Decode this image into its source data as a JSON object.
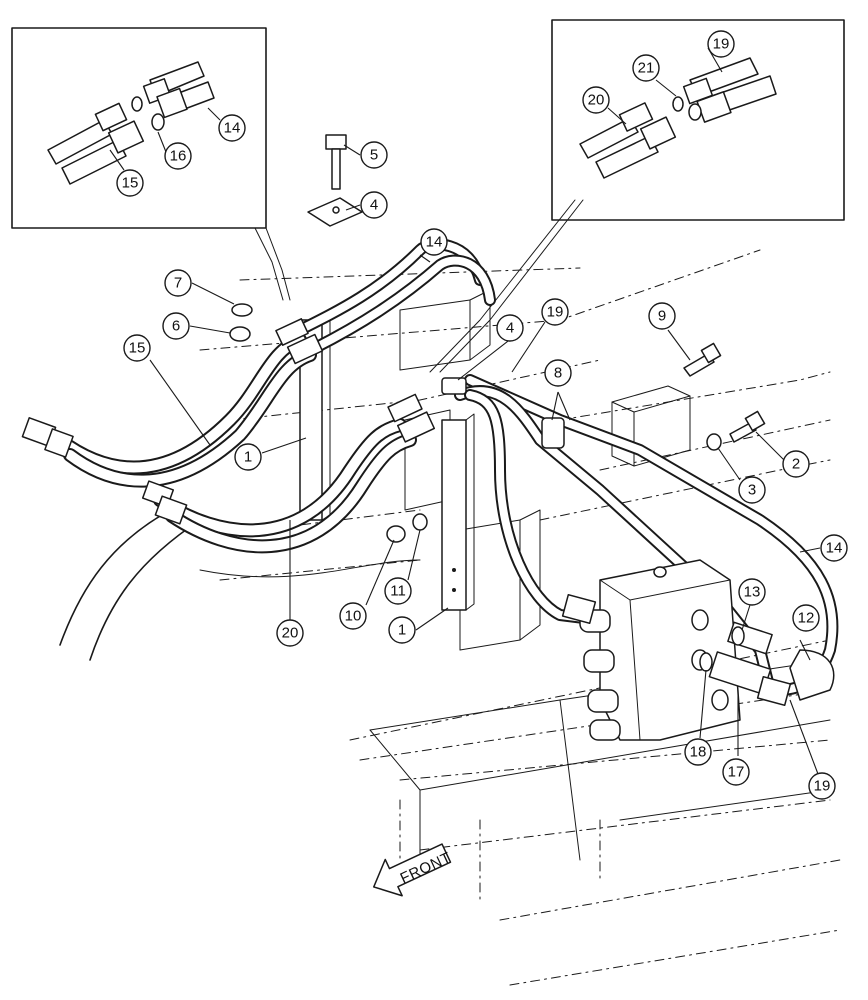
{
  "diagram": {
    "front_label": "FRONT",
    "callouts": [
      "1",
      "1",
      "2",
      "3",
      "4",
      "4",
      "5",
      "6",
      "7",
      "8",
      "9",
      "10",
      "11",
      "12",
      "13",
      "14",
      "14",
      "15",
      "15",
      "16",
      "17",
      "18",
      "19",
      "19",
      "19",
      "20",
      "20",
      "21"
    ],
    "inset_left_callouts": [
      "14",
      "15",
      "16"
    ],
    "inset_right_callouts": [
      "19",
      "20",
      "21"
    ]
  }
}
